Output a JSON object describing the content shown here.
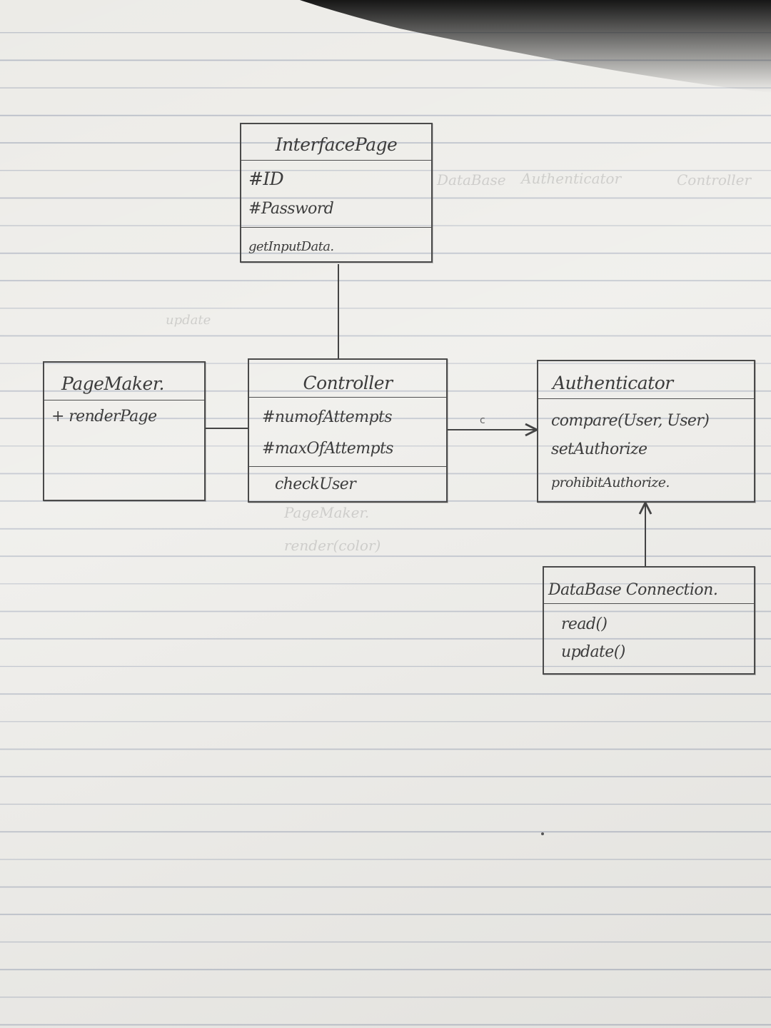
{
  "diagram": {
    "classes": {
      "interface_page": {
        "name": "InterfacePage",
        "attributes": [
          "#ID",
          "#Password"
        ],
        "operations": [
          "getInputData."
        ]
      },
      "page_maker": {
        "name": "PageMaker.",
        "operations": [
          "+ renderPage"
        ]
      },
      "controller": {
        "name": "Controller",
        "attributes": [
          "#numofAttempts",
          "#maxOfAttempts"
        ],
        "operations": [
          "checkUser"
        ]
      },
      "authenticator": {
        "name": "Authenticator",
        "operations": [
          "compare(User, User)",
          "setAuthorize",
          "prohibitAuthorize."
        ]
      },
      "database_connection": {
        "name": "DataBase Connection.",
        "operations": [
          "read()",
          "update()"
        ]
      }
    },
    "relationships": [
      {
        "from": "interface_page",
        "to": "controller",
        "type": "association"
      },
      {
        "from": "page_maker",
        "to": "controller",
        "type": "association"
      },
      {
        "from": "controller",
        "to": "authenticator",
        "type": "directed-association"
      },
      {
        "from": "database_connection",
        "to": "authenticator",
        "type": "directed-association"
      }
    ],
    "bleed_through": [
      "update",
      "Controller",
      "DataBase",
      "PageMaker.",
      "render(color)",
      "Authenticator"
    ]
  }
}
